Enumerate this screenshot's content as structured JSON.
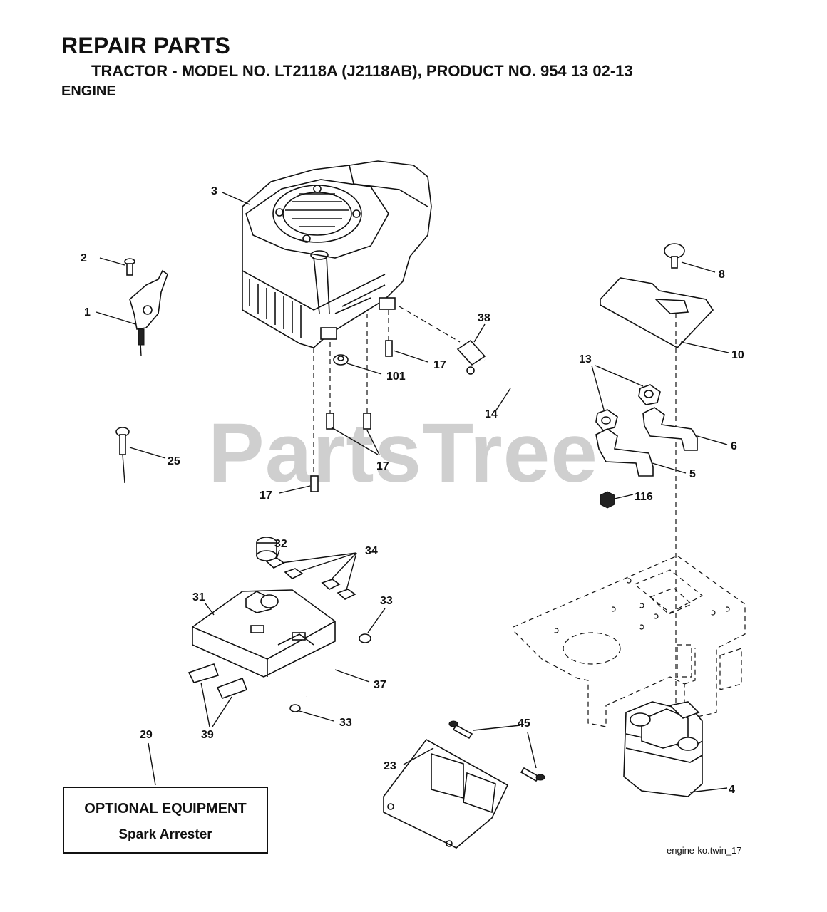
{
  "header": {
    "title": "REPAIR PARTS",
    "subtitle": "TRACTOR - MODEL NO. LT2118A (J2118AB),  PRODUCT NO. 954 13 02-13",
    "section": "ENGINE"
  },
  "watermark": "PartsTree",
  "callouts": [
    {
      "id": "c1",
      "text": "1"
    },
    {
      "id": "c2",
      "text": "2"
    },
    {
      "id": "c3",
      "text": "3"
    },
    {
      "id": "c4",
      "text": "4"
    },
    {
      "id": "c5",
      "text": "5"
    },
    {
      "id": "c6",
      "text": "6"
    },
    {
      "id": "c8",
      "text": "8"
    },
    {
      "id": "c10",
      "text": "10"
    },
    {
      "id": "c13",
      "text": "13"
    },
    {
      "id": "c14",
      "text": "14"
    },
    {
      "id": "c17a",
      "text": "17"
    },
    {
      "id": "c17b",
      "text": "17"
    },
    {
      "id": "c17c",
      "text": "17"
    },
    {
      "id": "c23",
      "text": "23"
    },
    {
      "id": "c25",
      "text": "25"
    },
    {
      "id": "c29",
      "text": "29"
    },
    {
      "id": "c31",
      "text": "31"
    },
    {
      "id": "c32",
      "text": "32"
    },
    {
      "id": "c33a",
      "text": "33"
    },
    {
      "id": "c33b",
      "text": "33"
    },
    {
      "id": "c34",
      "text": "34"
    },
    {
      "id": "c37",
      "text": "37"
    },
    {
      "id": "c38",
      "text": "38"
    },
    {
      "id": "c39",
      "text": "39"
    },
    {
      "id": "c45",
      "text": "45"
    },
    {
      "id": "c101",
      "text": "101"
    },
    {
      "id": "c116",
      "text": "116"
    }
  ],
  "optional_equipment": {
    "title": "OPTIONAL EQUIPMENT",
    "item": "Spark Arrester"
  },
  "reference": "engine-ko.twin_17"
}
